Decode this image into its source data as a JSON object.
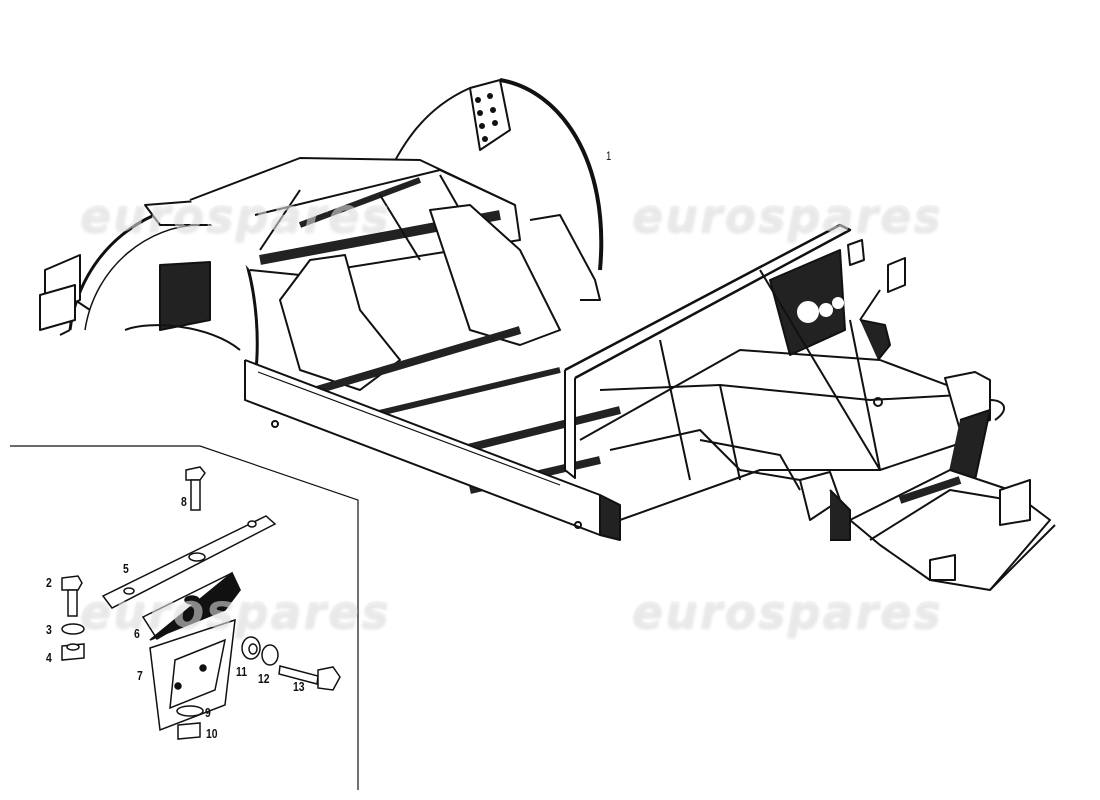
{
  "diagram": {
    "type": "exploded parts drawing",
    "subject": "vehicle chassis frame with mounting hardware inset",
    "callouts": [
      {
        "id": "1",
        "label": "1",
        "part": "chassis frame"
      },
      {
        "id": "2",
        "label": "2",
        "part": "bolt"
      },
      {
        "id": "3",
        "label": "3",
        "part": "spring washer"
      },
      {
        "id": "4",
        "label": "4",
        "part": "nut"
      },
      {
        "id": "5",
        "label": "5",
        "part": "plate"
      },
      {
        "id": "6",
        "label": "6",
        "part": "rubber block"
      },
      {
        "id": "7",
        "label": "7",
        "part": "bracket"
      },
      {
        "id": "8",
        "label": "8",
        "part": "bolt"
      },
      {
        "id": "9",
        "label": "9",
        "part": "washer"
      },
      {
        "id": "10",
        "label": "10",
        "part": "nut"
      },
      {
        "id": "11",
        "label": "11",
        "part": "nut"
      },
      {
        "id": "12",
        "label": "12",
        "part": "spring washer"
      },
      {
        "id": "13",
        "label": "13",
        "part": "bolt"
      }
    ],
    "watermarks": [
      "eurospares",
      "eurospares",
      "eurospares",
      "eurospares"
    ]
  },
  "colors": {
    "ink": "#111111",
    "background": "#ffffff",
    "watermark": "#ebebeb"
  }
}
